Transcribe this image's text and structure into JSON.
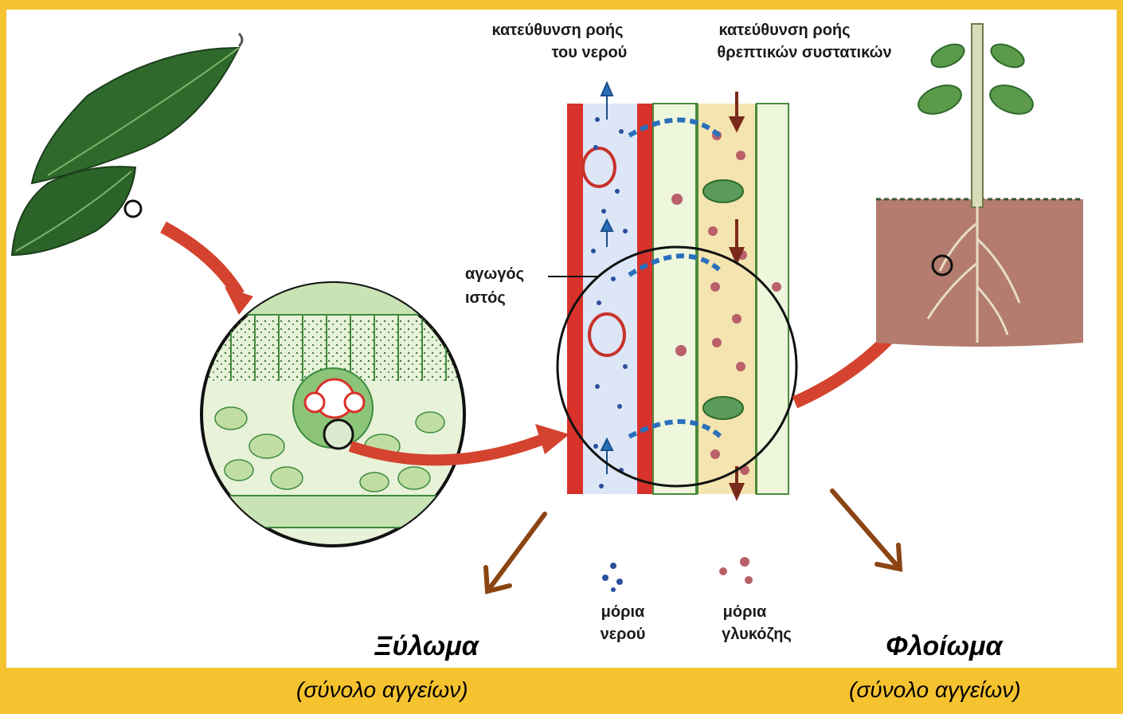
{
  "labels": {
    "water_flow_line1": "κατεύθυνση ροής",
    "water_flow_line2": "του νερού",
    "nutrient_flow_line1": "κατεύθυνση ροής",
    "nutrient_flow_line2": "θρεπτικών συστατικών",
    "conductive_line1": "αγωγός",
    "conductive_line2": "ιστός",
    "water_particles_line1": "μόρια",
    "water_particles_line2": "νερού",
    "glucose_particles_line1": "μόρια",
    "glucose_particles_line2": "γλυκόζης"
  },
  "captions": {
    "xylem_title": "Ξύλωμα",
    "xylem_subtitle": "(σύνολο αγγείων)",
    "phloem_title": "Φλοίωμα",
    "phloem_subtitle": "(σύνολο αγγείων)"
  },
  "colors": {
    "background": "#f5c230",
    "xylem_wall": "#d8322a",
    "water_dot": "#2a4f9c",
    "glucose_dot": "#b9606a",
    "pointer_arrow": "#8b4513"
  }
}
